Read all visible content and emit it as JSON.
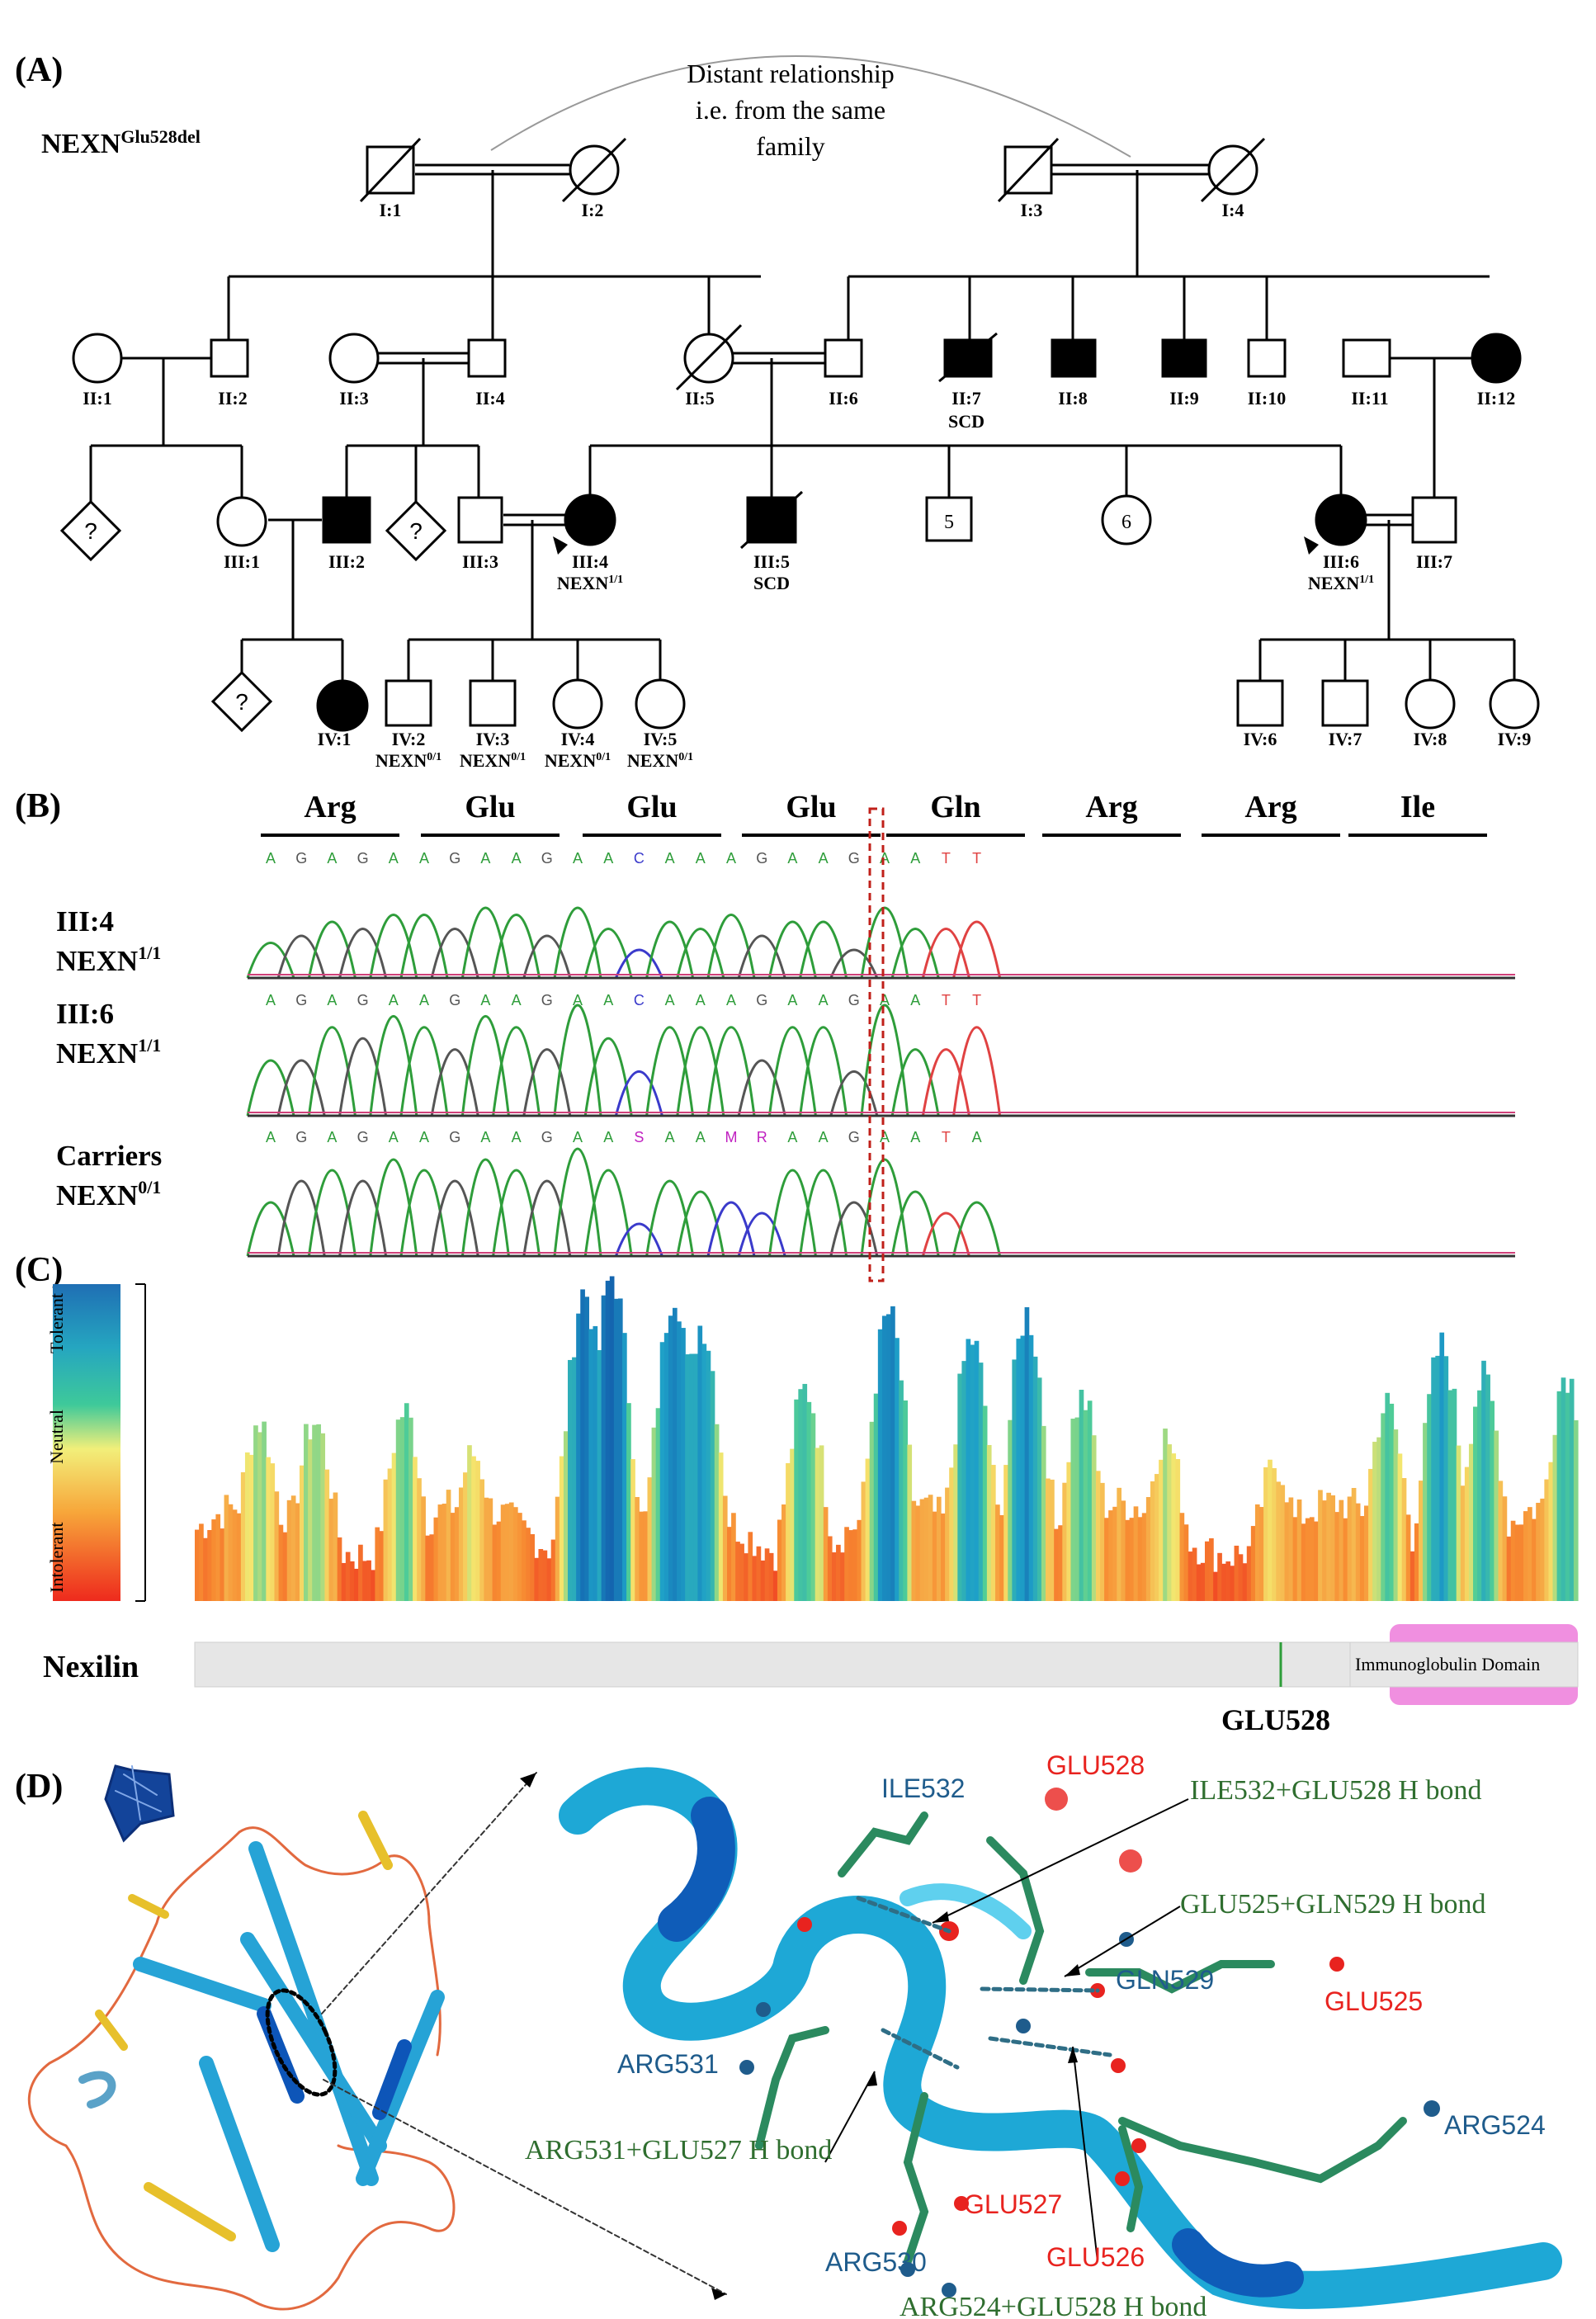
{
  "panels": {
    "a": "(A)",
    "b": "(B)",
    "c": "(C)",
    "d": "(D)"
  },
  "pedigree": {
    "gene_label": "NEXN",
    "gene_variant": "Glu528del",
    "relationship_note": [
      "Distant relationship",
      "i.e. from the same",
      "family"
    ],
    "gen1": [
      "I:1",
      "I:2",
      "I:3",
      "I:4"
    ],
    "gen2": [
      "II:1",
      "II:2",
      "II:3",
      "II:4",
      "II:5",
      "II:6",
      "II:7",
      "II:8",
      "II:9",
      "II:10",
      "II:11",
      "II:12"
    ],
    "gen2_notes": {
      "ii7": "SCD"
    },
    "gen3": [
      "III:1",
      "III:2",
      "III:3",
      "III:4",
      "III:5",
      "III:6",
      "III:7"
    ],
    "gen3_notes": {
      "iii5": "SCD"
    },
    "gen3_numbers": [
      "5",
      "6"
    ],
    "unknown_sex": "?",
    "gen4": [
      "IV:1",
      "IV:2",
      "IV:3",
      "IV:4",
      "IV:5",
      "IV:6",
      "IV:7",
      "IV:8",
      "IV:9"
    ],
    "genotype_prefix": "NEXN",
    "genotype_hom": "1/1",
    "genotype_het": "0/1"
  },
  "sequencing": {
    "codons": [
      "Arg",
      "Glu",
      "Glu",
      "Glu",
      "Gln",
      "Arg",
      "Arg",
      "Ile"
    ],
    "samples": [
      {
        "name": "III:4",
        "genotype": "NEXN",
        "sup": "1/1",
        "bases": [
          "A",
          "G",
          "A",
          "G",
          "A",
          "A",
          "G",
          "A",
          "A",
          "G",
          "A",
          "A",
          "C",
          "A",
          "A",
          "A",
          "G",
          "A",
          "A",
          "G",
          "A",
          "A",
          "T",
          "T"
        ]
      },
      {
        "name": "III:6",
        "genotype": "NEXN",
        "sup": "1/1",
        "bases": [
          "A",
          "G",
          "A",
          "G",
          "A",
          "A",
          "G",
          "A",
          "A",
          "G",
          "A",
          "A",
          "C",
          "A",
          "A",
          "A",
          "G",
          "A",
          "A",
          "G",
          "A",
          "A",
          "T",
          "T"
        ]
      },
      {
        "name": "Carriers",
        "genotype": "NEXN",
        "sup": "0/1",
        "bases": [
          "A",
          "G",
          "A",
          "G",
          "A",
          "A",
          "G",
          "A",
          "A",
          "G",
          "A",
          "A",
          "S",
          "A",
          "A",
          "M",
          "R",
          "A",
          "A",
          "G",
          "A",
          "A",
          "T",
          "A"
        ]
      }
    ]
  },
  "tolerance": {
    "scale_labels": [
      "Tolerant",
      "Neutral",
      "Intolerant"
    ],
    "protein_name": "Nexilin",
    "domain_label": "Immunoglobulin Domain",
    "marker_label": "GLU528",
    "colors": {
      "tolerant": "#1f6fb4",
      "neutral": "#f5ee7a",
      "intolerant": "#ee3a1f",
      "domain": "#f08fe0"
    }
  },
  "structure": {
    "residues": {
      "ile532": "ILE532",
      "glu528": "GLU528",
      "gln529": "GLN529",
      "glu525": "GLU525",
      "arg531": "ARG531",
      "arg524": "ARG524",
      "glu527": "GLU527",
      "arg530": "ARG530",
      "glu526": "GLU526"
    },
    "hbonds": {
      "b1": "ILE532+GLU528 H bond",
      "b2": "GLU525+GLN529 H bond",
      "b3": "ARG531+GLU527 H bond",
      "b4": "ARG524+GLU528 H bond"
    },
    "colors": {
      "acidic": "#e8231f",
      "basic": "#1f5c8c",
      "bond": "#2f6e2f",
      "helix": "#22a9d8"
    }
  }
}
